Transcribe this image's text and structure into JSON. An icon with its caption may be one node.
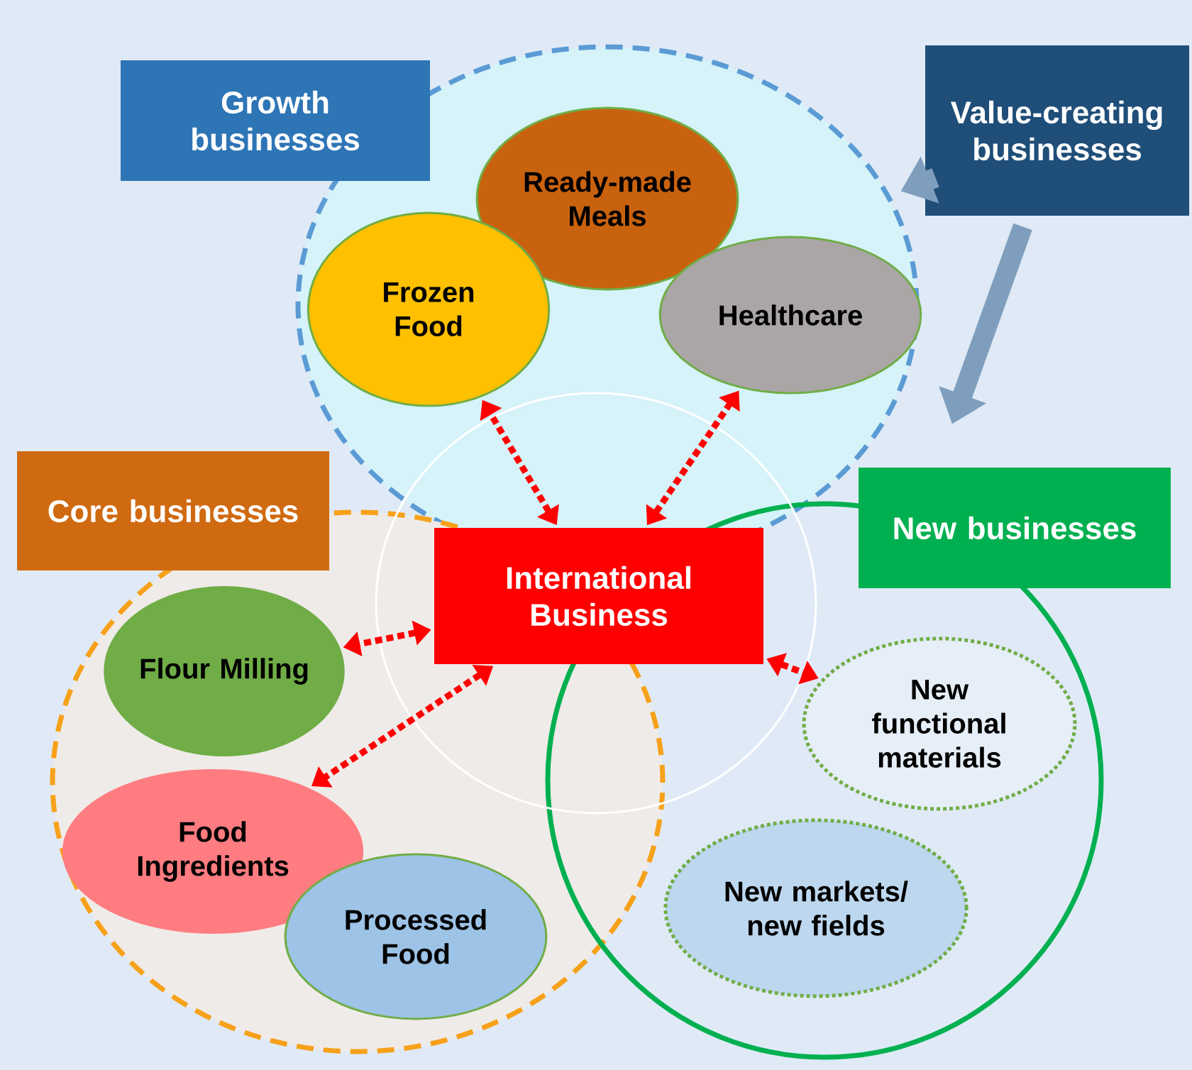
{
  "diagram": {
    "nodes": [
      {
        "text": [
          "Growth businesses"
        ]
      },
      {
        "text": [
          "Ready-made Meals"
        ],
        "in": 0
      },
      {
        "text": [
          "Frozen Food"
        ],
        "in": 0
      },
      {
        "text": [
          "Healthcare"
        ],
        "in": 0
      },
      {
        "text": [
          "Value-creating businesses"
        ]
      },
      {
        "text": [
          "Core businesses"
        ]
      },
      {
        "text": [
          "New businesses"
        ]
      },
      {
        "text": [],
        "shape": "circle"
      },
      {
        "text": [
          "International Business"
        ],
        "in": 7
      },
      {
        "text": [
          "Flour Milling"
        ],
        "in": 5
      },
      {
        "text": [
          "Food Ingredients"
        ],
        "in": 5
      },
      {
        "text": [
          "Processed Food"
        ],
        "in": 5
      },
      {
        "text": [
          "New functional materials"
        ],
        "in": 6
      },
      {
        "text": [
          "New markets/ new fields"
        ],
        "in": 6
      }
    ],
    "edges": [
      {
        "from": 4,
        "to": 0,
        "arrow": "to",
        "style": "thick",
        "color": "#7f9ebd"
      },
      {
        "from": 4,
        "to": 6,
        "arrow": "to",
        "style": "thick",
        "color": "#7f9ebd"
      },
      {
        "from": 8,
        "to": 2,
        "arrow": "both",
        "style": "dashed"
      },
      {
        "from": 8,
        "to": 3,
        "arrow": "both",
        "style": "dashed"
      },
      {
        "from": 8,
        "to": 9,
        "arrow": "both",
        "style": "dashed"
      },
      {
        "from": 8,
        "to": 10,
        "arrow": "both",
        "style": "dashed"
      },
      {
        "from": 8,
        "to": 12,
        "arrow": "both",
        "style": "dashed"
      }
    ]
  }
}
